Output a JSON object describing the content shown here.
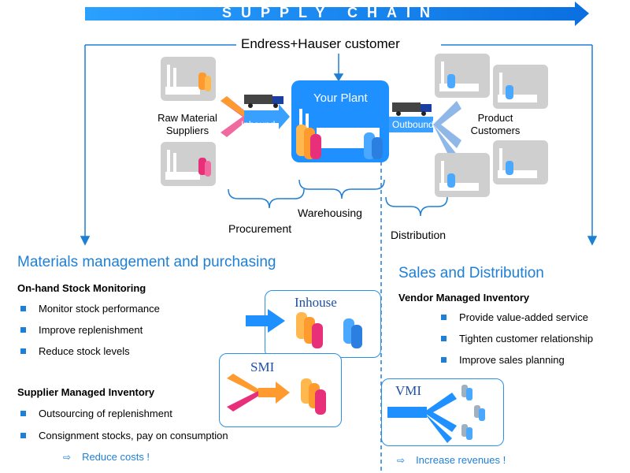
{
  "banner": {
    "title": "SUPPLY CHAIN"
  },
  "top": {
    "customer": "Endress+Hauser customer",
    "raw_material": [
      "Raw Material",
      "Suppliers"
    ],
    "inbound": "Inbound",
    "plant": "Your Plant",
    "outbound": "Outbound",
    "product_customers": [
      "Product",
      "Customers"
    ],
    "warehousing": "Warehousing",
    "procurement": "Procurement",
    "distribution": "Distribution"
  },
  "left": {
    "heading": "Materials management and purchasing",
    "section1_title": "On-hand Stock Monitoring",
    "section1_items": [
      "Monitor stock performance",
      "Improve replenishment",
      "Reduce stock levels"
    ],
    "section2_title": "Supplier Managed Inventory",
    "section2_items": [
      "Outsourcing of replenishment",
      "Consignment stocks, pay on consumption"
    ],
    "note": "Reduce costs !",
    "inhouse_label": "Inhouse",
    "smi_label": "SMI"
  },
  "right": {
    "heading": "Sales and Distribution",
    "section_title": "Vendor Managed Inventory",
    "items": [
      "Provide value-added service",
      "Tighten customer relationship",
      "Improve sales planning"
    ],
    "vmi_label": "VMI",
    "note": "Increase revenues !"
  },
  "colors": {
    "accent": "#1e7fd6",
    "banner": "#1e90ff",
    "orange": "#ff9a2e",
    "pink": "#e8307a"
  }
}
